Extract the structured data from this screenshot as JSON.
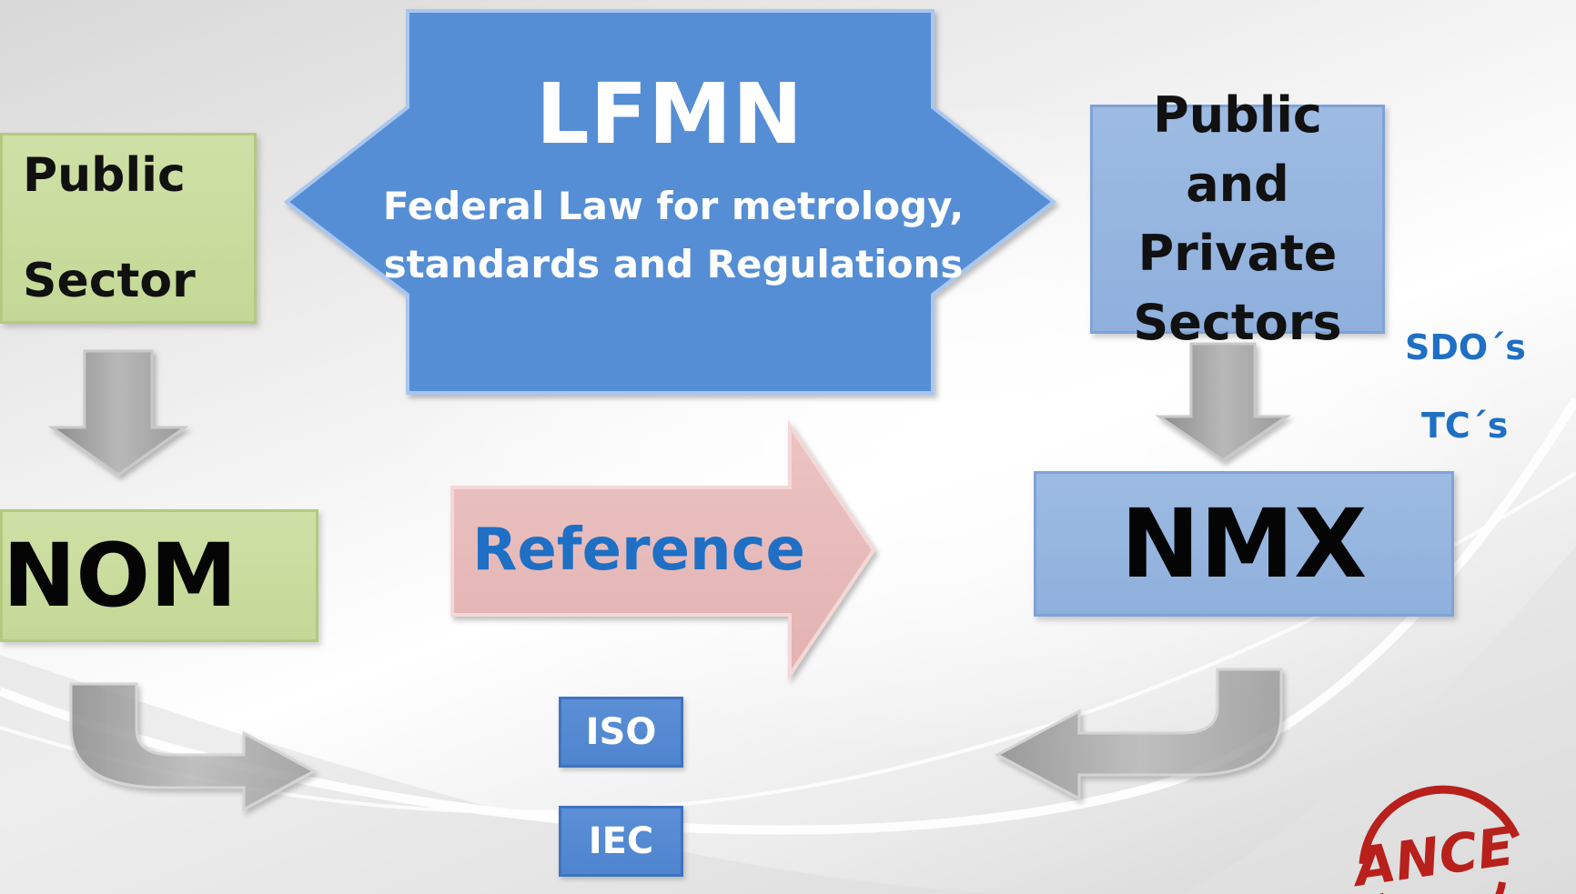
{
  "lfmn": {
    "title": "LFMN",
    "subtitle_line1": "Federal Law for metrology,",
    "subtitle_line2": "standards and Regulations"
  },
  "public_sector": {
    "line1": "Public",
    "line2": "Sector"
  },
  "public_private_sectors": {
    "line1": "Public and",
    "line2": "Private",
    "line3": "Sectors"
  },
  "nom": {
    "label": "NOM"
  },
  "nmx": {
    "label": "NMX"
  },
  "reference": {
    "label": "Reference"
  },
  "notes": {
    "sdo": "SDO´s",
    "tc": "TC´s"
  },
  "international": {
    "iso": "ISO",
    "iec": "IEC"
  },
  "logo": {
    "text": "ANCE"
  },
  "colors": {
    "lfmn_blue": "#558ed5",
    "green_box": "#c4d896",
    "light_blue_box": "#8fb0dd",
    "reference_pink": "#e6b9b8",
    "accent_text_blue": "#1f6fc4",
    "gray_arrow": "#a6a6a6",
    "logo_red": "#b8201b"
  },
  "icons": [
    "down-arrow-icon",
    "curved-arrow-icon",
    "right-arrow-icon",
    "ance-logo-icon"
  ]
}
